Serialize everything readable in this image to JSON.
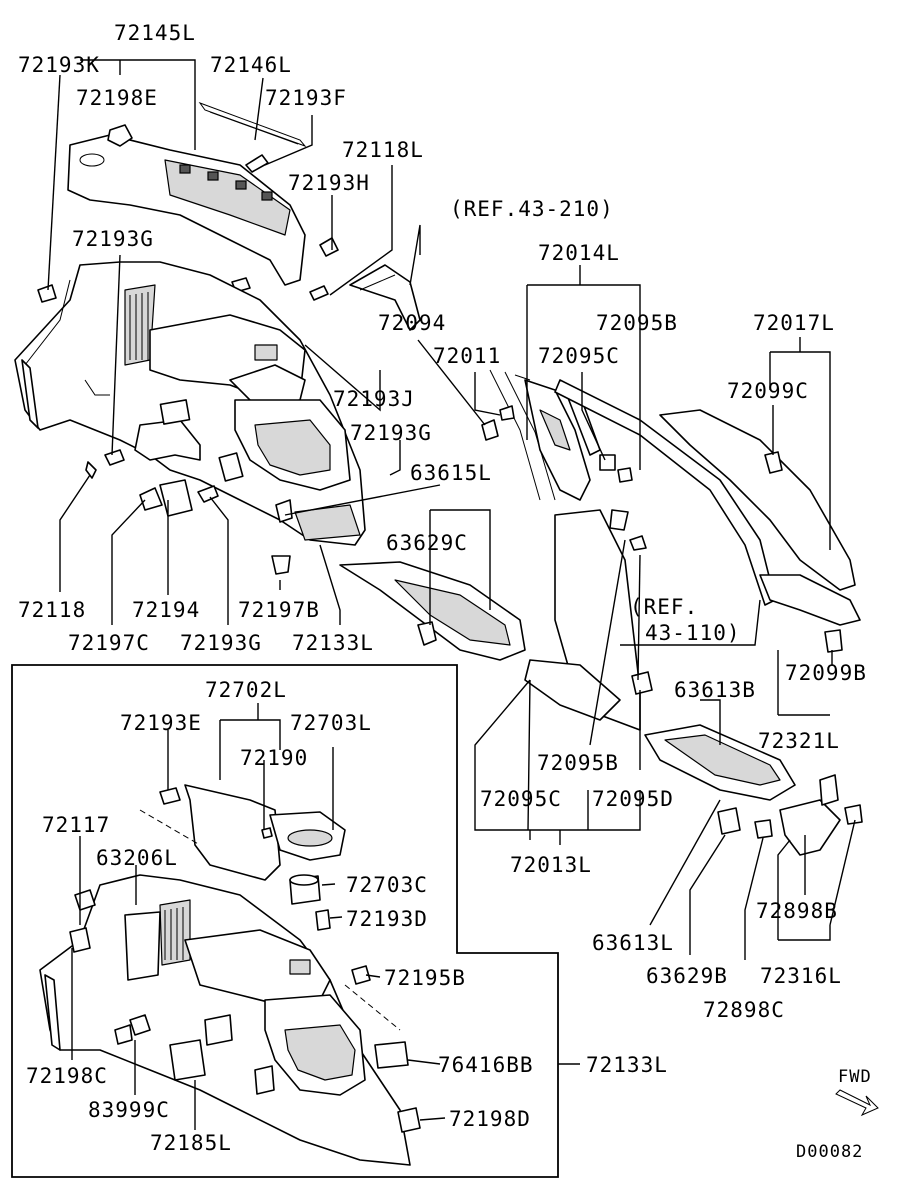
{
  "labels": {
    "l72145L": "72145L",
    "l72193K": "72193K",
    "l72146L": "72146L",
    "l72198E": "72198E",
    "l72193F": "72193F",
    "l72118L": "72118L",
    "l72193H": "72193H",
    "lref43210": "(REF.43-210)",
    "l72193G_top": "72193G",
    "l72014L": "72014L",
    "l72094": "72094",
    "l72095B_top": "72095B",
    "l72017L": "72017L",
    "l72011": "72011",
    "l72095C_top": "72095C",
    "l72099C": "72099C",
    "l72193J": "72193J",
    "l72193G_mid": "72193G",
    "l63615L": "63615L",
    "l63629C": "63629C",
    "l72118": "72118",
    "l72194": "72194",
    "l72197B": "72197B",
    "lref43110a": "(REF.",
    "lref43110b": "43-110)",
    "l72197C": "72197C",
    "l72193G_bot": "72193G",
    "l72133L_top": "72133L",
    "l72099B": "72099B",
    "l72702L": "72702L",
    "l63613B": "63613B",
    "l72193E": "72193E",
    "l72703L": "72703L",
    "l72321L": "72321L",
    "l72190": "72190",
    "l72095B_bot": "72095B",
    "l72117": "72117",
    "l72095C_bot": "72095C",
    "l72095D": "72095D",
    "l63206L": "63206L",
    "l72013L": "72013L",
    "l72703C": "72703C",
    "l72898B": "72898B",
    "l72193D": "72193D",
    "l63613L": "63613L",
    "l72195B": "72195B",
    "l63629B": "63629B",
    "l72316L": "72316L",
    "l72898C": "72898C",
    "l76416BB": "76416BB",
    "l72133L_bot": "72133L",
    "l72198C": "72198C",
    "l83999C": "83999C",
    "l72198D": "72198D",
    "l72185L": "72185L",
    "lfwd": "FWD",
    "lcode": "D00082"
  }
}
